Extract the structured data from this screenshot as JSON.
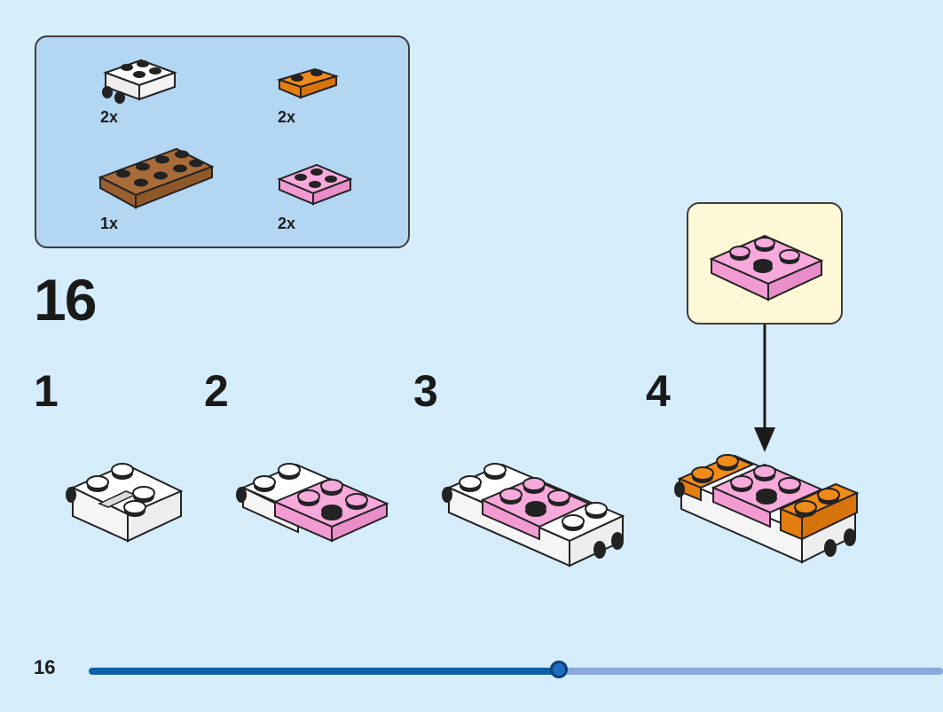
{
  "parts": [
    {
      "id": "white-wheel-plate",
      "qty": "2x",
      "icon": "white-plate-with-wheels-icon",
      "color": "#ffffff"
    },
    {
      "id": "orange-plate-1x2",
      "qty": "2x",
      "icon": "orange-plate-1x2-icon",
      "color": "#f08a1a"
    },
    {
      "id": "brown-plate-2x4",
      "qty": "1x",
      "icon": "brown-plate-2x4-icon",
      "color": "#a86b3a"
    },
    {
      "id": "pink-plate-2x2",
      "qty": "2x",
      "icon": "pink-plate-2x2-icon",
      "color": "#f7a9dc"
    }
  ],
  "step": {
    "number": "16"
  },
  "substeps": [
    "1",
    "2",
    "3",
    "4"
  ],
  "callout": {
    "icon": "pink-plate-2x2-icon",
    "color": "#fff8d6"
  },
  "footer": {
    "page_number": "16",
    "progress": 0.55
  },
  "colors": {
    "background": "#d5ecfb",
    "panel": "#b3d6f3",
    "pink": "#f7a9dc",
    "orange": "#f08a1a",
    "brown": "#a86b3a",
    "progress_fill": "#0a5fa8",
    "progress_track": "#8aa8dc"
  }
}
